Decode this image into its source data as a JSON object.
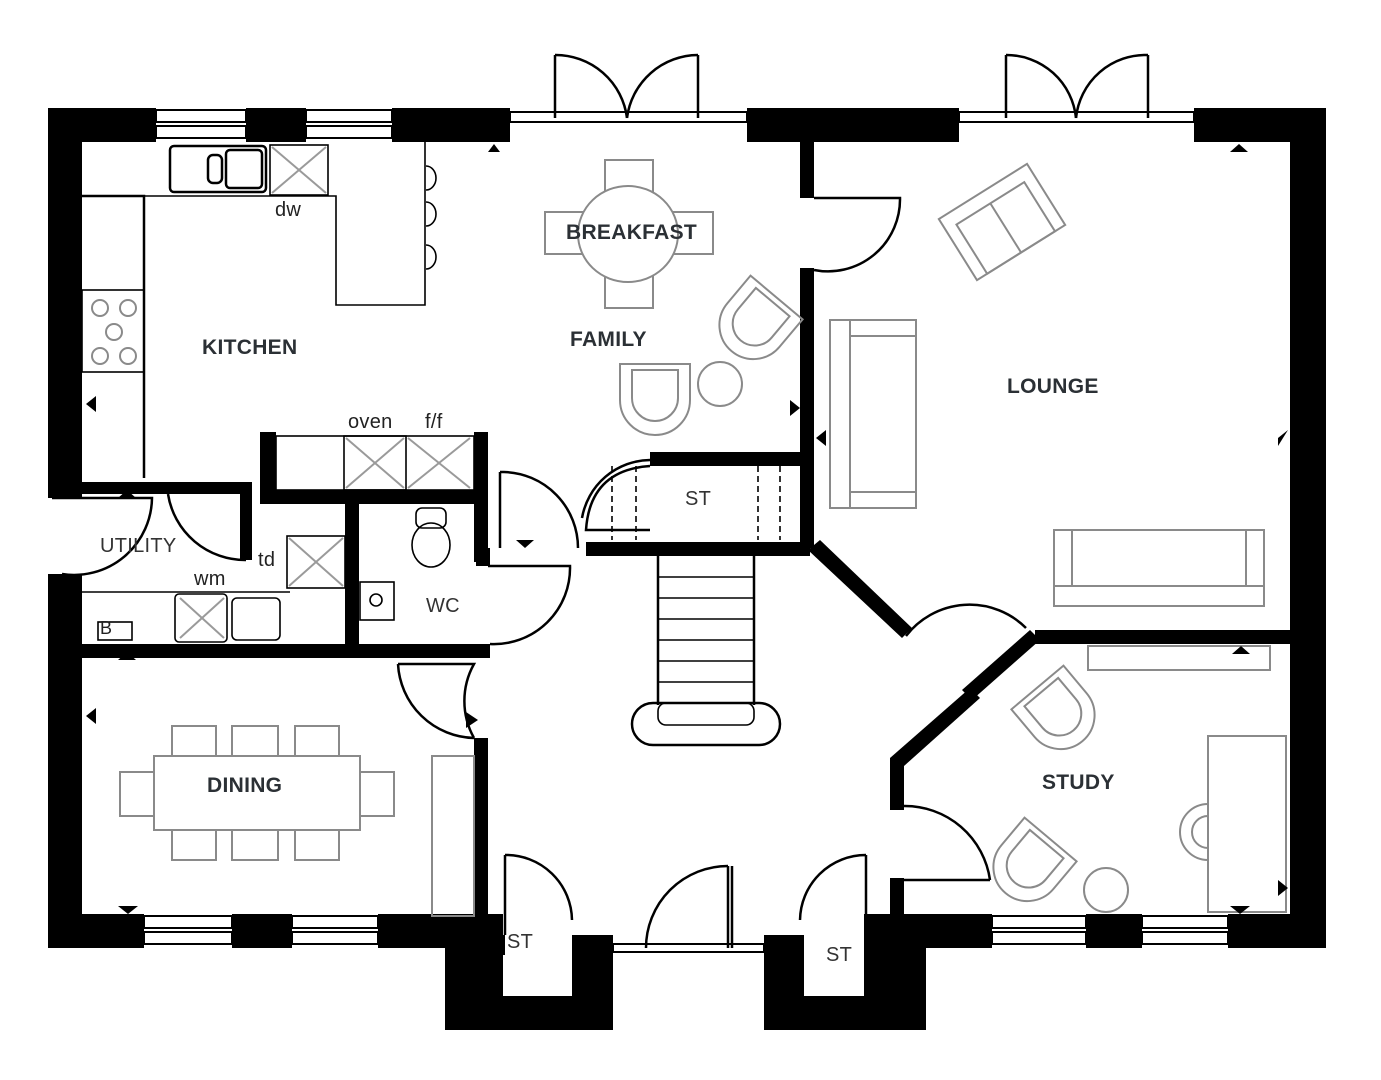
{
  "plan": {
    "type": "ground floor plan",
    "rooms": {
      "kitchen": "KITCHEN",
      "breakfast": "BREAKFAST",
      "family": "FAMILY",
      "lounge": "LOUNGE",
      "utility": "UTILITY",
      "wc": "WC",
      "dining": "DINING",
      "study": "STUDY",
      "store_stairs": "ST",
      "store_left": "ST",
      "store_right": "ST"
    },
    "appliances": {
      "dishwasher": "dw",
      "oven": "oven",
      "fridge_freezer": "f/f",
      "tumble_dryer": "td",
      "washing_machine": "wm",
      "boiler": "B"
    },
    "colors": {
      "wall": "#000000",
      "furniture": "#8a8a8a",
      "label": "#2b3035",
      "background": "#ffffff"
    }
  }
}
